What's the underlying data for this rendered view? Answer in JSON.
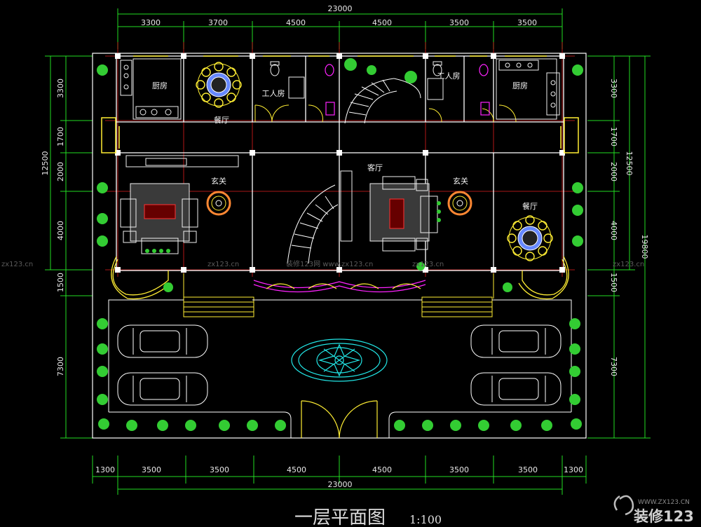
{
  "title": {
    "main": "一层平面图",
    "scale": "1:100"
  },
  "dimensions": {
    "top_total": "23000",
    "top": [
      "3300",
      "3700",
      "4500",
      "4500",
      "3500",
      "3500"
    ],
    "bottom": [
      "1300",
      "3500",
      "3500",
      "4500",
      "4500",
      "3500",
      "3500",
      "1300"
    ],
    "bottom_total": "23000",
    "left": [
      "3300",
      "1700",
      "2000",
      "4000",
      "1500",
      "7300"
    ],
    "left_total": "12500",
    "right": [
      "3300",
      "1700",
      "2000",
      "4000",
      "1500",
      "7300"
    ],
    "right_total": "12500",
    "right_overall": "19800"
  },
  "rooms": {
    "kitchen_left": "厨房",
    "dining_left": "餐厅",
    "servant_left": "工人房",
    "servant_right": "工人房",
    "kitchen_right": "厨房",
    "foyer_left": "玄关",
    "living": "客厅",
    "foyer_right": "玄关",
    "dining_right": "餐厅"
  },
  "watermarks": {
    "w1": "zx123.cn",
    "w2": "zx123.cn",
    "w3": "装修123网 www.zx123.cn",
    "w4": "zx123.cn",
    "w5": "zx123.cn"
  },
  "logo": {
    "site": "WWW.ZX123.CN",
    "name": "装修123"
  },
  "colors": {
    "background": "#000000",
    "wall": "#ffffff",
    "axis": "#e02020",
    "dimension": "#22dd22",
    "furniture": "#f0f0f0",
    "accent_yellow": "#ffee33",
    "accent_magenta": "#ff22ff",
    "accent_cyan": "#22e6e6",
    "plant": "#33cc33"
  }
}
